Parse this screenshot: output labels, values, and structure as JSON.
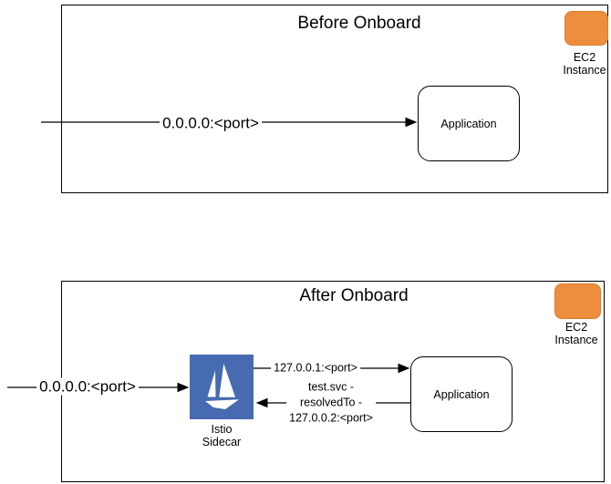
{
  "diagram": {
    "before": {
      "title": "Before Onboard",
      "ec2": {
        "line1": "EC2",
        "line2": "Instance"
      },
      "application": "Application",
      "inbound": "0.0.0.0:<port>"
    },
    "after": {
      "title": "After Onboard",
      "ec2": {
        "line1": "EC2",
        "line2": "Instance"
      },
      "application": "Application",
      "istio": {
        "line1": "Istio",
        "line2": "Sidecar"
      },
      "inbound": "0.0.0.0:<port>",
      "to_app": "127.0.0.1:<port>",
      "return": {
        "line1": "test.svc -",
        "line2": "resolvedTo -",
        "line3": "127.0.0.2:<port>"
      }
    },
    "colors": {
      "ec2_fill": "#ED8E3E",
      "ec2_stroke": "#DD7D28",
      "istio_blue": "#466BB0",
      "line": "#000000"
    },
    "icons": {
      "ec2": "orange rounded square (AWS EC2)",
      "istio": "white sailboat on blue square (Istio logo)"
    }
  }
}
